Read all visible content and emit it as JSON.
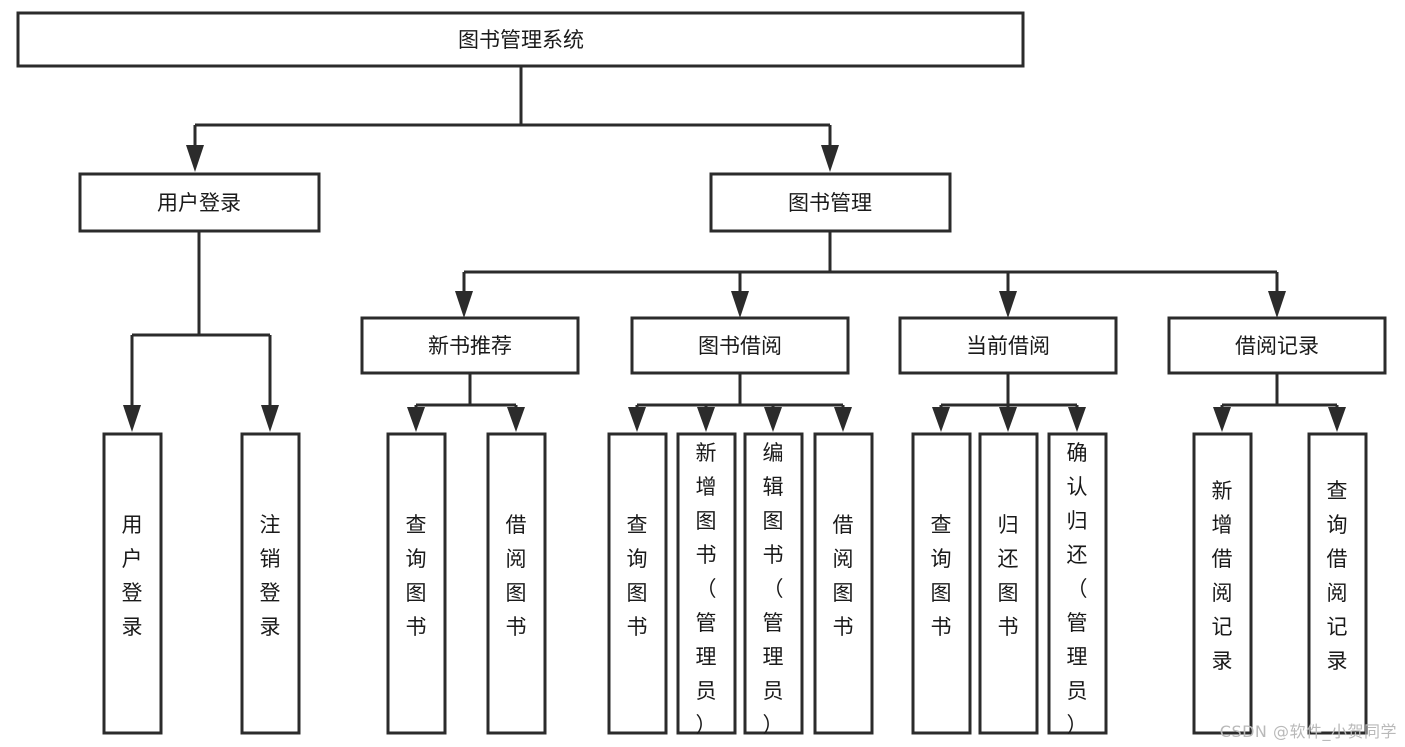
{
  "diagram": {
    "type": "tree",
    "title": "图书管理系统",
    "orientation": "top-down",
    "colors": {
      "background": "#ffffff",
      "box_fill": "#ffffff",
      "box_stroke": "#2b2b2b",
      "text": "#1a1a1a",
      "watermark": "#b9b9b9"
    },
    "nodes": {
      "root": {
        "label": "图书管理系统"
      },
      "level2": [
        {
          "id": "user-login",
          "label": "用户登录"
        },
        {
          "id": "book-manage",
          "label": "图书管理"
        }
      ],
      "level3": [
        {
          "id": "new-book-rec",
          "label": "新书推荐",
          "parent": "book-manage"
        },
        {
          "id": "book-borrow",
          "label": "图书借阅",
          "parent": "book-manage"
        },
        {
          "id": "current-borrow",
          "label": "当前借阅",
          "parent": "book-manage"
        },
        {
          "id": "borrow-record",
          "label": "借阅记录",
          "parent": "book-manage"
        }
      ],
      "leaves": [
        {
          "id": "leaf-user-login",
          "label": "用户登录",
          "parent": "user-login"
        },
        {
          "id": "leaf-logout",
          "label": "注销登录",
          "parent": "user-login"
        },
        {
          "id": "leaf-query-book-1",
          "label": "查询图书",
          "parent": "new-book-rec"
        },
        {
          "id": "leaf-borrow-book-1",
          "label": "借阅图书",
          "parent": "new-book-rec"
        },
        {
          "id": "leaf-query-book-2",
          "label": "查询图书",
          "parent": "book-borrow"
        },
        {
          "id": "leaf-add-book",
          "label": "新增图书（管理员）",
          "parent": "book-borrow"
        },
        {
          "id": "leaf-edit-book",
          "label": "编辑图书（管理员）",
          "parent": "book-borrow"
        },
        {
          "id": "leaf-borrow-book-2",
          "label": "借阅图书",
          "parent": "book-borrow"
        },
        {
          "id": "leaf-query-book-3",
          "label": "查询图书",
          "parent": "current-borrow"
        },
        {
          "id": "leaf-return-book",
          "label": "归还图书",
          "parent": "current-borrow"
        },
        {
          "id": "leaf-confirm-return",
          "label": "确认归还（管理员）",
          "parent": "current-borrow"
        },
        {
          "id": "leaf-add-record",
          "label": "新增借阅记录",
          "parent": "borrow-record"
        },
        {
          "id": "leaf-query-record",
          "label": "查询借阅记录",
          "parent": "borrow-record"
        }
      ]
    }
  },
  "watermark": {
    "text": "CSDN @软件_小贺同学"
  }
}
